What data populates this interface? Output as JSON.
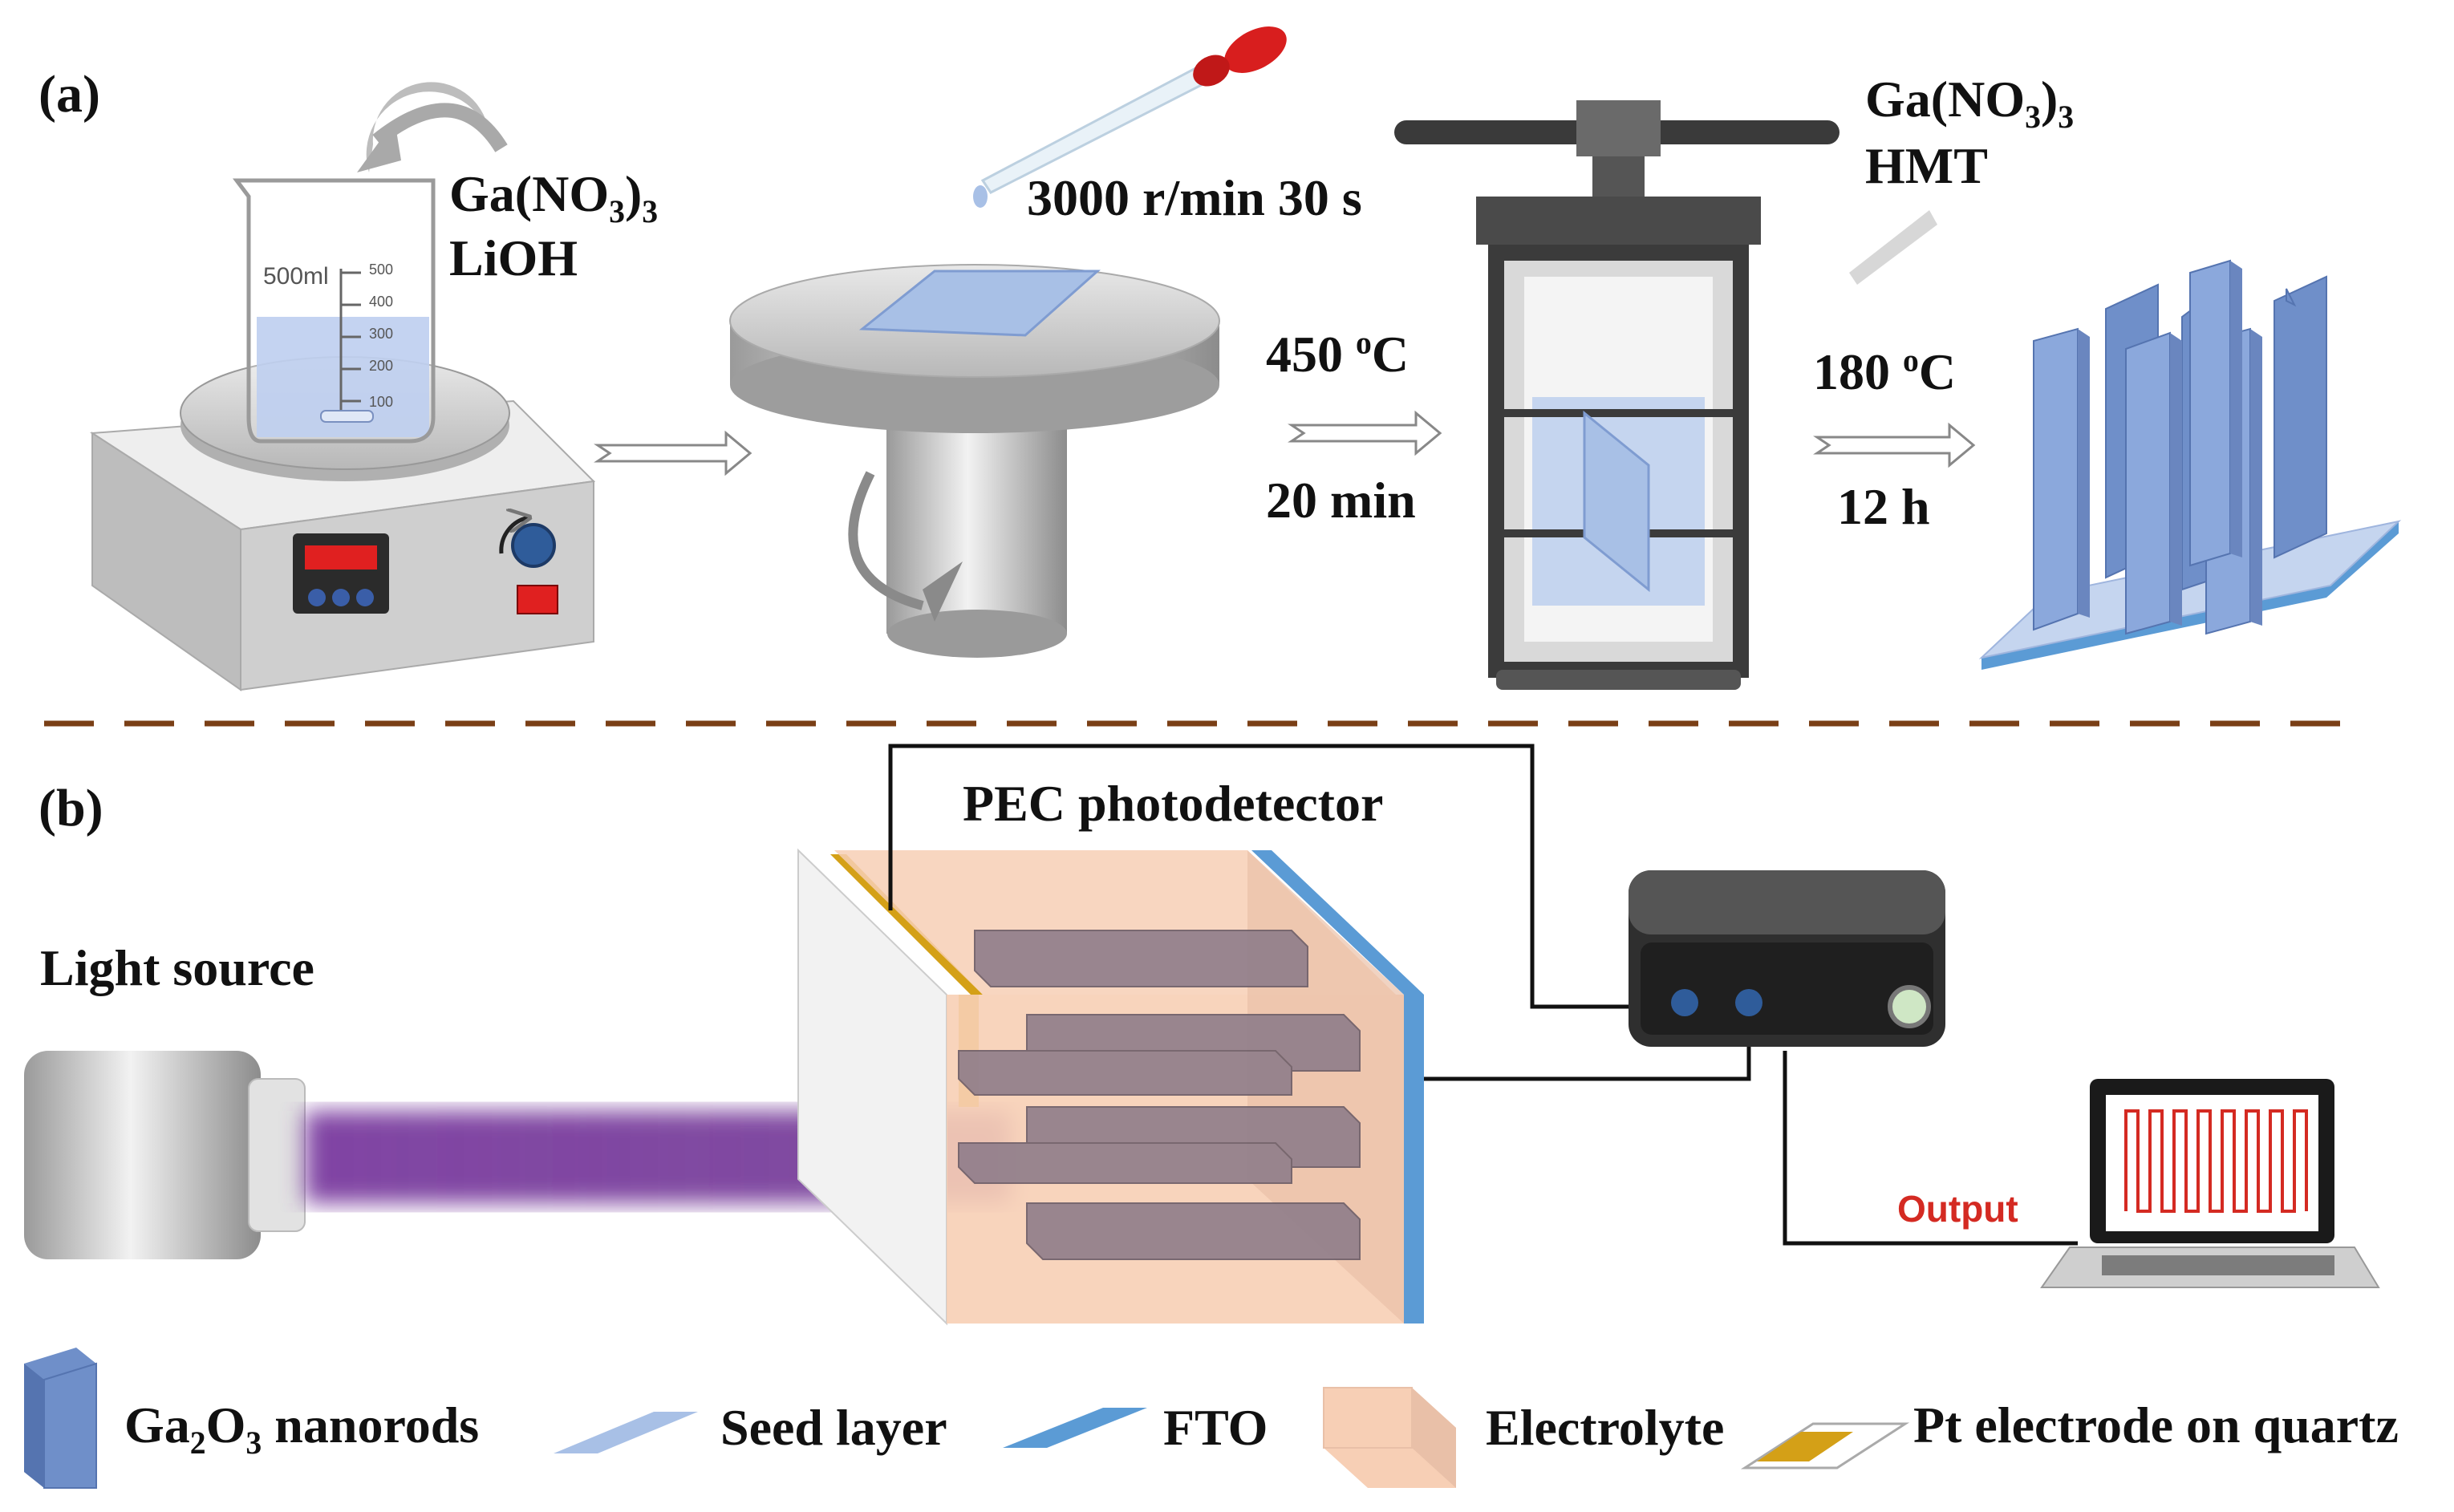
{
  "panel_a": {
    "label": "(a)",
    "beaker_volume": "500ml",
    "beaker_marks": [
      "500",
      "400",
      "300",
      "200",
      "100"
    ],
    "reagents_1": {
      "formula_prefix": "Ga(NO",
      "formula_sub1": "3",
      "formula_close": ")",
      "formula_sub2": "3",
      "line2": "LiOH"
    },
    "spin_coating": "3000 r/min 30 s",
    "anneal": {
      "temp_value": "450 ",
      "temp_sup": "o",
      "temp_unit": "C",
      "time": "20 min"
    },
    "reagents_2": {
      "formula_prefix": "Ga(NO",
      "formula_sub1": "3",
      "formula_close": ")",
      "formula_sub2": "3",
      "line2": "HMT"
    },
    "hydrothermal": {
      "temp_value": "180 ",
      "temp_sup": "o",
      "temp_unit": "C",
      "time": "12 h"
    }
  },
  "panel_b": {
    "label": "(b)",
    "device_title": "PEC photodetector",
    "light_source": "Light source",
    "output": "Output"
  },
  "legend": {
    "nanorods": {
      "prefix": "Ga",
      "sub1": "2",
      "mid": "O",
      "sub2": "3",
      "suffix": " nanorods"
    },
    "seed": "Seed layer",
    "fto": "FTO",
    "electrolyte": "Electrolyte",
    "pt": "Pt electrode on quartz"
  },
  "colors": {
    "nanorod": "#6f8fc9",
    "seed_layer": "#a8c0e6",
    "fto": "#5b9bd5",
    "electrolyte": "#f7cfb5",
    "pt_electrode": "#d4a017",
    "light_beam": "#6a2d8f",
    "divider": "#7a3f16",
    "output_signal": "#d42a22"
  }
}
